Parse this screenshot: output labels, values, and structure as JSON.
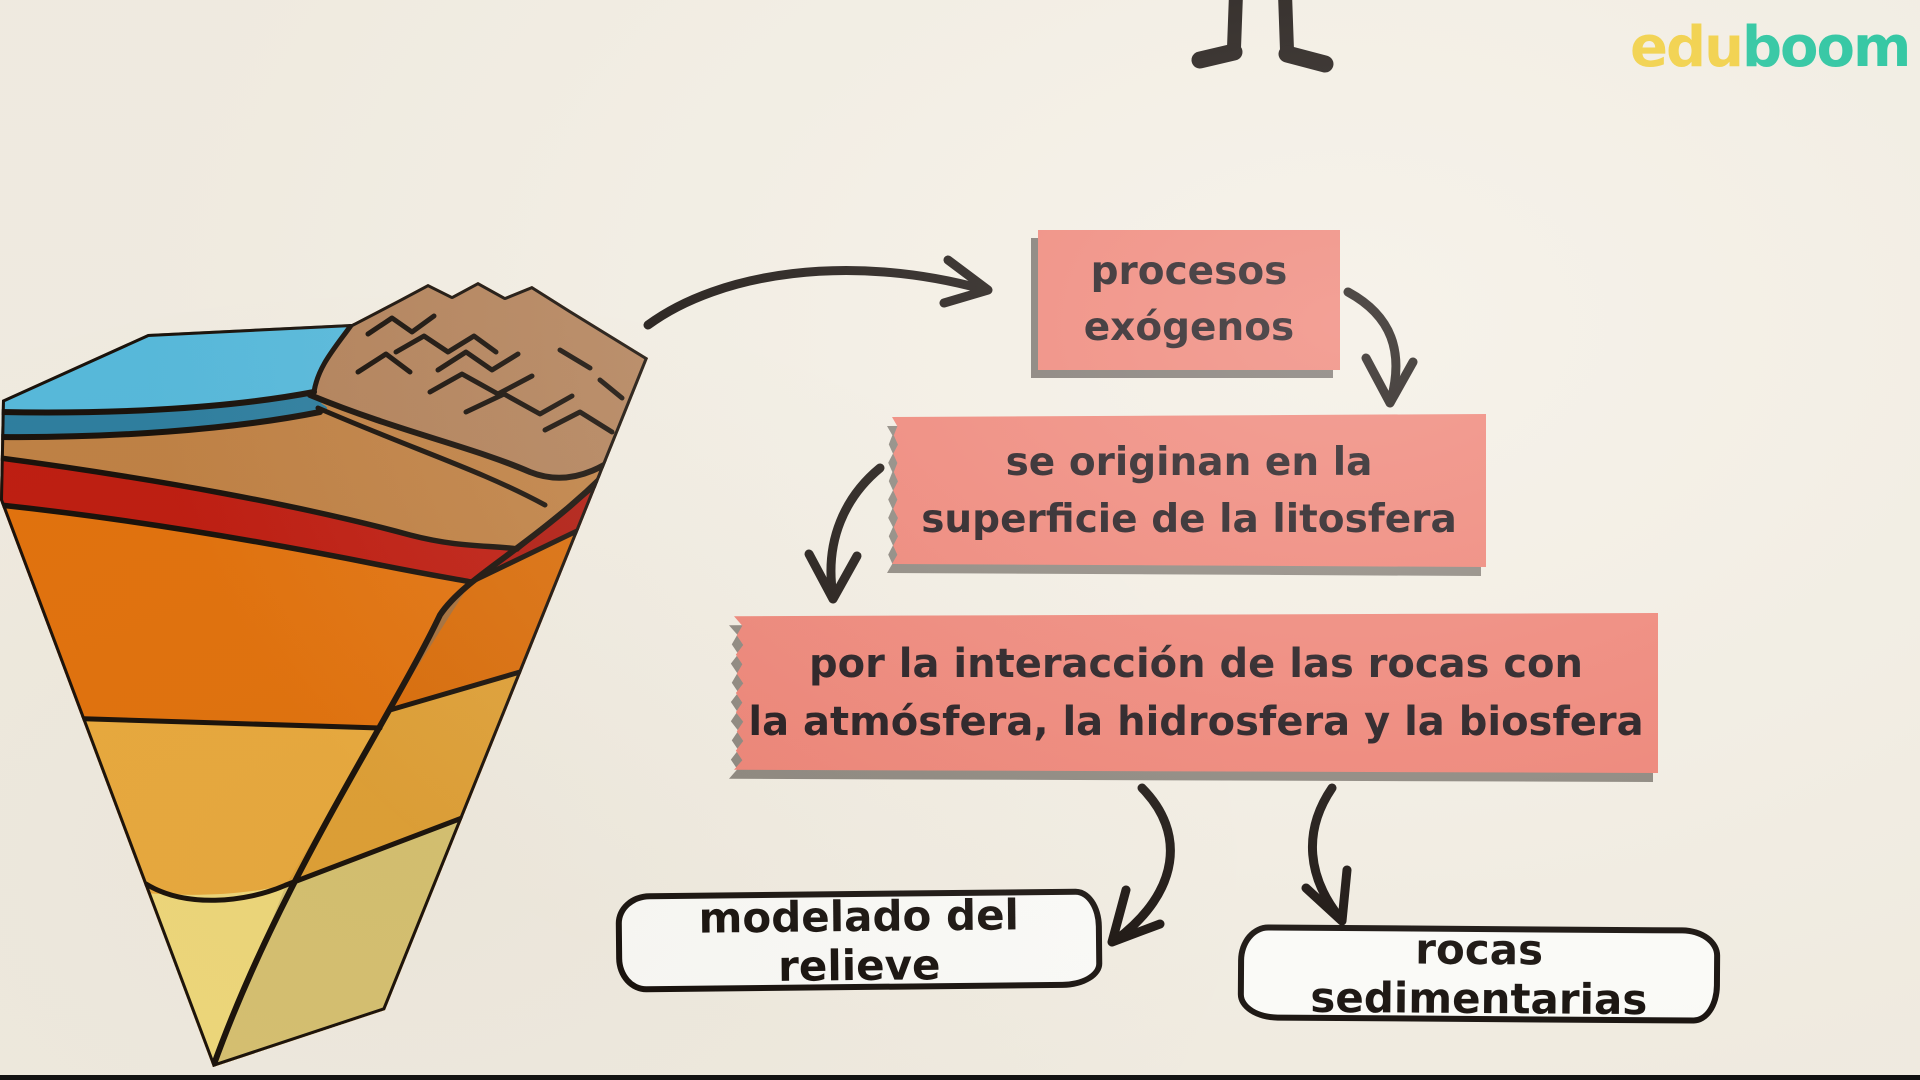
{
  "app": {
    "kind": "educational video frame",
    "background_color": "#F3EEE3",
    "bottom_bar_color": "#111111"
  },
  "logo": {
    "part1": "edu",
    "part2": "boom",
    "part1_color": "#F2CE3A",
    "part2_color": "#1FC39B"
  },
  "diagram": {
    "node_bg_color": "#EF8173",
    "text_color": "#1B1216",
    "arrow_color": "#17100C",
    "nodes": [
      {
        "id": "procesos-exogenos",
        "lines": [
          "procesos",
          "exógenos"
        ]
      },
      {
        "id": "origen-litosfera",
        "lines": [
          "se originan en la",
          "superficie de la litosfera"
        ]
      },
      {
        "id": "interaccion-rocas",
        "lines": [
          "por la interacción de las rocas con",
          "la atmósfera, la hidrosfera y la biosfera"
        ]
      }
    ],
    "results": [
      {
        "id": "modelado-relieve",
        "label": "modelado del relieve"
      },
      {
        "id": "rocas-sedimentarias",
        "label": "rocas sedimentarias"
      }
    ]
  },
  "illustration": {
    "name": "earth-crust-cutaway-wedge",
    "layer_colors": {
      "water_surface": "#58BBDD",
      "water_front": "#2F80A1",
      "mountain_top": "#B5845C",
      "soil_front": "#C28346",
      "red_layer": "#C11E12",
      "orange_layer": "#E5740E",
      "amber_layer": "#ECAC3F",
      "yellow_layer": "#F2DB7D",
      "side_brown": "#A8713C",
      "side_red": "#B31B10",
      "side_orange": "#DD6F0B",
      "side_amber": "#E2A237",
      "side_khaki": "#D9C473",
      "outline": "#1A120B"
    }
  },
  "character": {
    "description": "stick-figure legs at top edge",
    "color": "#17100C"
  }
}
